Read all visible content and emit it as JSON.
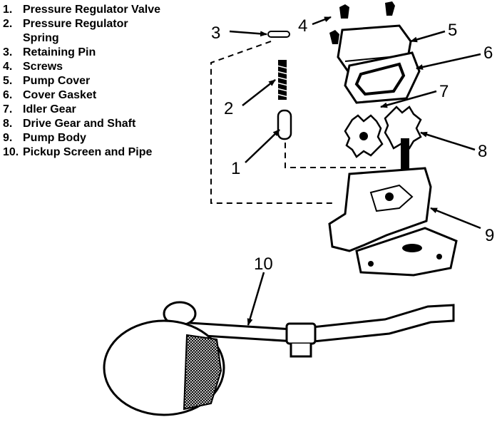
{
  "legend": [
    {
      "num": "1.",
      "label": "Pressure Regulator Valve"
    },
    {
      "num": "2.",
      "label": "Pressure Regulator Spring"
    },
    {
      "num": "3.",
      "label": "Retaining Pin"
    },
    {
      "num": "4.",
      "label": "Screws"
    },
    {
      "num": "5.",
      "label": "Pump Cover"
    },
    {
      "num": "6.",
      "label": "Cover Gasket"
    },
    {
      "num": "7.",
      "label": "Idler Gear"
    },
    {
      "num": "8.",
      "label": "Drive Gear and Shaft"
    },
    {
      "num": "9.",
      "label": "Pump Body"
    },
    {
      "num": "10.",
      "label": "Pickup Screen and Pipe"
    }
  ],
  "callouts": {
    "c1": "1",
    "c2": "2",
    "c3": "3",
    "c4": "4",
    "c5": "5",
    "c6": "6",
    "c7": "7",
    "c8": "8",
    "c9": "9",
    "c10": "10"
  }
}
